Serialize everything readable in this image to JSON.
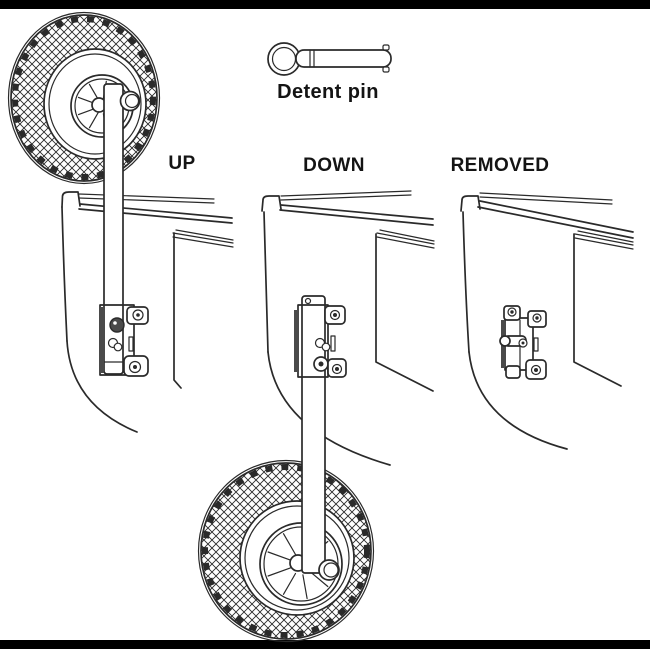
{
  "colors": {
    "line": "#2a2a2a",
    "paper": "#ffffff",
    "bar": "#000000",
    "shade": "#4a4a4a"
  },
  "legend": {
    "detent_pin_label": "Detent pin"
  },
  "positions": [
    {
      "id": "up",
      "label": "UP"
    },
    {
      "id": "down",
      "label": "DOWN"
    },
    {
      "id": "removed",
      "label": "REMOVED"
    }
  ]
}
